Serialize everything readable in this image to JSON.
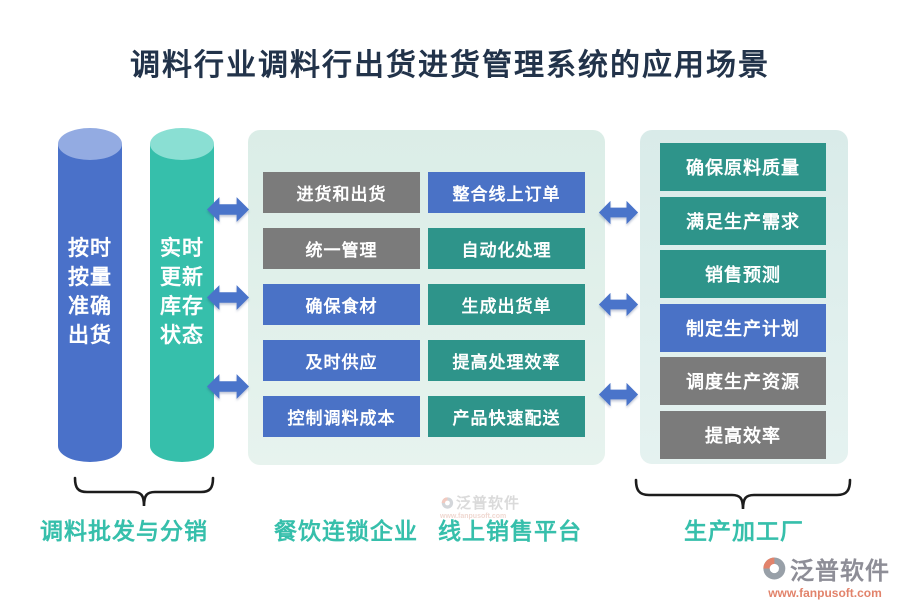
{
  "title": "调料行业调料行出货进货管理系统的应用场景",
  "cylinders": [
    {
      "lines": [
        "按时",
        "按量",
        "准确",
        "出货"
      ],
      "body_color": "#4a71c9",
      "top_color": "#93abe2"
    },
    {
      "lines": [
        "实时",
        "更新",
        "库存",
        "状态"
      ],
      "body_color": "#36bfab",
      "top_color": "#8adfd3"
    }
  ],
  "middle_panel": {
    "left_buttons": [
      {
        "label": "进货和出货",
        "color": "#7b7b7b"
      },
      {
        "label": "统一管理",
        "color": "#7b7b7b"
      },
      {
        "label": "确保食材",
        "color": "#4a72c6"
      },
      {
        "label": "及时供应",
        "color": "#4a72c6"
      },
      {
        "label": "控制调料成本",
        "color": "#4a72c6"
      }
    ],
    "right_buttons": [
      {
        "label": "整合线上订单",
        "color": "#4a72c6"
      },
      {
        "label": "自动化处理",
        "color": "#2e948a"
      },
      {
        "label": "生成出货单",
        "color": "#2e948a"
      },
      {
        "label": "提高处理效率",
        "color": "#2e948a"
      },
      {
        "label": "产品快速配送",
        "color": "#2e948a"
      }
    ]
  },
  "right_panel": {
    "buttons": [
      {
        "label": "确保原料质量",
        "color": "#2e948a"
      },
      {
        "label": "满足生产需求",
        "color": "#2e948a"
      },
      {
        "label": "销售预测",
        "color": "#2e948a"
      },
      {
        "label": "制定生产计划",
        "color": "#4a72c6"
      },
      {
        "label": "调度生产资源",
        "color": "#7b7b7b"
      },
      {
        "label": "提高效率",
        "color": "#7b7b7b"
      }
    ]
  },
  "bottom_labels": [
    {
      "label": "调料批发与分销"
    },
    {
      "label": "餐饮连锁企业"
    },
    {
      "label": "线上销售平台"
    },
    {
      "label": "生产加工厂"
    }
  ],
  "watermark": {
    "name": "泛普软件",
    "url": "www.fanpusoft.com"
  },
  "logo": {
    "name": "泛普软件",
    "url": "www.fanpusoft.com"
  },
  "colors": {
    "title": "#22334a",
    "accent_blue": "#4a72c6",
    "accent_teal": "#2e948a",
    "accent_gray": "#7b7b7b",
    "cylinder_blue": "#4a71c9",
    "cylinder_teal": "#36bfab",
    "bottom_label_teal": "#36bfab",
    "panel_bg_mint": "#dbede7",
    "arrow_blue": "#4a74ca",
    "logo_gray": "#8e8e97",
    "logo_coral": "#e2836b",
    "brace_black": "#1c1c1c"
  }
}
